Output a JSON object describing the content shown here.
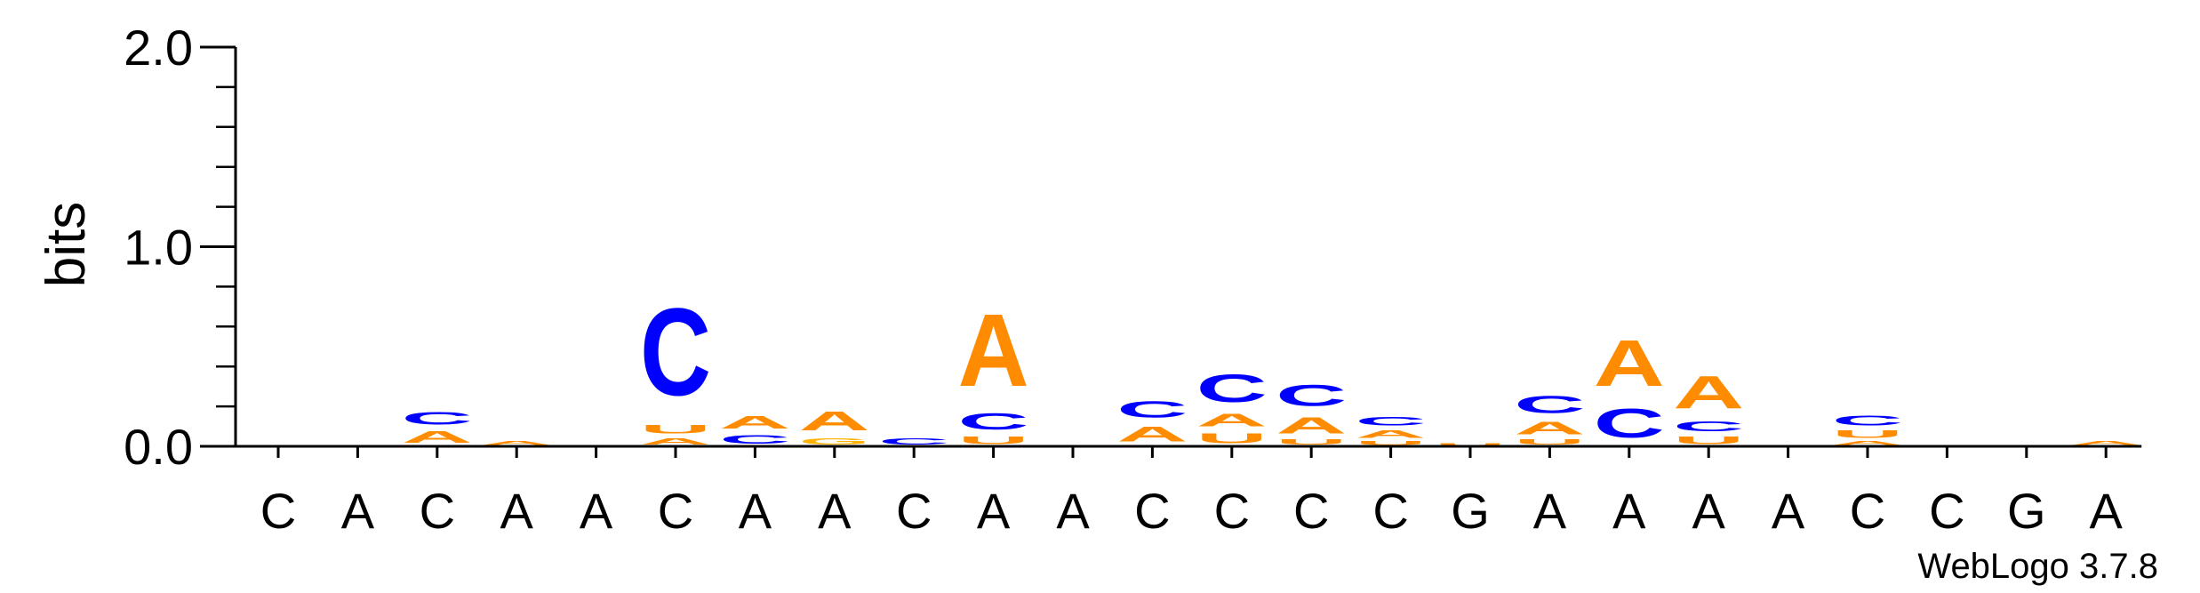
{
  "chart_data": {
    "type": "sequence-logo",
    "ylabel": "bits",
    "ylim": [
      0,
      2.0
    ],
    "yticks": [
      "0.0",
      "1.0",
      "2.0"
    ],
    "ytick_values": [
      0,
      1,
      2
    ],
    "credit": "WebLogo 3.7.8",
    "colors": {
      "A": "#ff8c00",
      "C": "#0000ff",
      "G": "#ffb300",
      "U": "#ff8c00"
    },
    "positions": [
      {
        "label": "C",
        "stack": []
      },
      {
        "label": "A",
        "stack": []
      },
      {
        "label": "C",
        "stack": [
          {
            "letter": "A",
            "bits": 0.09
          },
          {
            "letter": "C",
            "bits": 0.1
          }
        ]
      },
      {
        "label": "A",
        "stack": [
          {
            "letter": "A",
            "bits": 0.03
          }
        ]
      },
      {
        "label": "A",
        "stack": []
      },
      {
        "label": "C",
        "stack": [
          {
            "letter": "A",
            "bits": 0.05
          },
          {
            "letter": "U",
            "bits": 0.07
          },
          {
            "letter": "C",
            "bits": 0.7
          }
        ]
      },
      {
        "label": "A",
        "stack": [
          {
            "letter": "C",
            "bits": 0.07
          },
          {
            "letter": "A",
            "bits": 0.1
          }
        ]
      },
      {
        "label": "A",
        "stack": [
          {
            "letter": "G",
            "bits": 0.05
          },
          {
            "letter": "A",
            "bits": 0.15
          }
        ]
      },
      {
        "label": "C",
        "stack": [
          {
            "letter": "C",
            "bits": 0.05
          }
        ]
      },
      {
        "label": "A",
        "stack": [
          {
            "letter": "U",
            "bits": 0.06
          },
          {
            "letter": "C",
            "bits": 0.13
          },
          {
            "letter": "A",
            "bits": 0.58
          }
        ]
      },
      {
        "label": "A",
        "stack": []
      },
      {
        "label": "C",
        "stack": [
          {
            "letter": "A",
            "bits": 0.12
          },
          {
            "letter": "C",
            "bits": 0.13
          }
        ]
      },
      {
        "label": "C",
        "stack": [
          {
            "letter": "U",
            "bits": 0.08
          },
          {
            "letter": "A",
            "bits": 0.1
          },
          {
            "letter": "C",
            "bits": 0.22
          }
        ]
      },
      {
        "label": "C",
        "stack": [
          {
            "letter": "U",
            "bits": 0.04
          },
          {
            "letter": "A",
            "bits": 0.13
          },
          {
            "letter": "C",
            "bits": 0.17
          }
        ]
      },
      {
        "label": "C",
        "stack": [
          {
            "letter": "U",
            "bits": 0.03
          },
          {
            "letter": "A",
            "bits": 0.06
          },
          {
            "letter": "C",
            "bits": 0.07
          }
        ]
      },
      {
        "label": "G",
        "stack": [
          {
            "letter": "U",
            "bits": 0.02
          }
        ]
      },
      {
        "label": "A",
        "stack": [
          {
            "letter": "U",
            "bits": 0.04
          },
          {
            "letter": "A",
            "bits": 0.1
          },
          {
            "letter": "C",
            "bits": 0.14
          }
        ]
      },
      {
        "label": "A",
        "stack": [
          {
            "letter": "C",
            "bits": 0.23
          },
          {
            "letter": "A",
            "bits": 0.37
          }
        ]
      },
      {
        "label": "A",
        "stack": [
          {
            "letter": "U",
            "bits": 0.06
          },
          {
            "letter": "C",
            "bits": 0.08
          },
          {
            "letter": "A",
            "bits": 0.26
          }
        ]
      },
      {
        "label": "A",
        "stack": []
      },
      {
        "label": "C",
        "stack": [
          {
            "letter": "A",
            "bits": 0.03
          },
          {
            "letter": "U",
            "bits": 0.06
          },
          {
            "letter": "C",
            "bits": 0.08
          }
        ]
      },
      {
        "label": "C",
        "stack": []
      },
      {
        "label": "G",
        "stack": []
      },
      {
        "label": "A",
        "stack": [
          {
            "letter": "A",
            "bits": 0.03
          }
        ]
      }
    ]
  }
}
